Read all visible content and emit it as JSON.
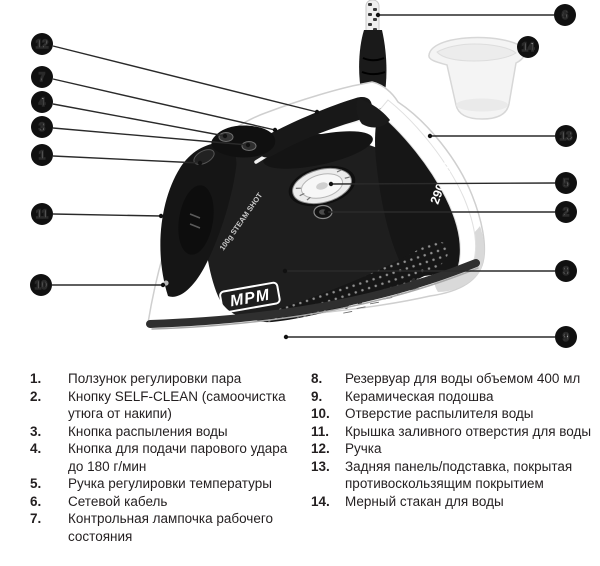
{
  "figure": {
    "brand": "MPM",
    "wattage": "2900 W",
    "steam_label": "100g STEAM SHOT",
    "callouts": [
      "12",
      "7",
      "4",
      "3",
      "1",
      "11",
      "10",
      "6",
      "14",
      "13",
      "5",
      "2",
      "8",
      "9"
    ]
  },
  "legend": {
    "columns": [
      {
        "items": [
          {
            "num": "1.",
            "text": "Ползунок регулировки пара"
          },
          {
            "num": "2.",
            "text": "Кнопку SELF-CLEAN (самоочистка утюга от накипи)"
          },
          {
            "num": "3.",
            "text": "Кнопка распыления воды"
          },
          {
            "num": "4.",
            "text": "Кнопка для подачи парового удара до 180 г/мин"
          },
          {
            "num": "5.",
            "text": "Ручка регулировки температуры"
          },
          {
            "num": "6.",
            "text": "Сетевой кабель"
          },
          {
            "num": "7.",
            "text": "Контрольная лампочка рабочего состояния"
          }
        ]
      },
      {
        "items": [
          {
            "num": "8.",
            "text": "Резервуар для воды объемом 400 мл"
          },
          {
            "num": "9.",
            "text": "Керамическая подошва"
          },
          {
            "num": "10.",
            "text": "Отверстие распылителя воды"
          },
          {
            "num": "11.",
            "text": "Крышка заливного отверстия для воды"
          },
          {
            "num": "12.",
            "text": "Ручка"
          },
          {
            "num": "13.",
            "text": "Задняя панель/подставка, покрытая противоскользящим покрытием"
          },
          {
            "num": "14.",
            "text": "Мерный стакан для воды"
          }
        ]
      }
    ]
  }
}
